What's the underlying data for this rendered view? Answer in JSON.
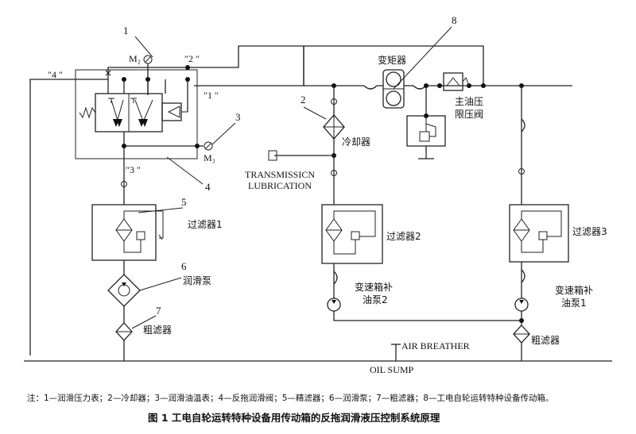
{
  "labels": {
    "torque_converter": "变矩器",
    "main_relief": "主油压",
    "main_relief_2": "限压阀",
    "cooler": "冷却器",
    "transmission_1": "TRANSMISSICN",
    "transmission_2": "LUBRICATION",
    "filter1": "过滤器1",
    "filter2": "过滤器2",
    "filter3": "过滤器3",
    "lube_pump": "润滑泵",
    "strainer_left": "粗滤器",
    "strainer_right": "粗滤器",
    "pump2_1": "变速箱补",
    "pump2_2": "油泵2",
    "pump1_1": "变速箱补",
    "pump1_2": "油泵1",
    "air_breather": "AIR BREATHER",
    "oil_sump": "OIL SUMP",
    "m2": "M₂",
    "m3": "M₃",
    "port2": "″2  ″",
    "port1": "″1  ″",
    "port3": "″3  ″",
    "port4": "″4  ″"
  },
  "numbers": {
    "n1": "1",
    "n2": "2",
    "n3": "3",
    "n4": "4",
    "n5": "5",
    "n6": "6",
    "n7": "7",
    "n8": "8"
  },
  "note": "注：1—润滑压力表；2—冷却器；3—润滑油温表；4—反拖润滑阀；5—精滤器；6—润滑泵；7—粗滤器；8—工电自轮运转特种设备传动箱。",
  "caption": "图 1    工电自轮运转特种设备用传动箱的反拖润滑液压控制系统原理"
}
